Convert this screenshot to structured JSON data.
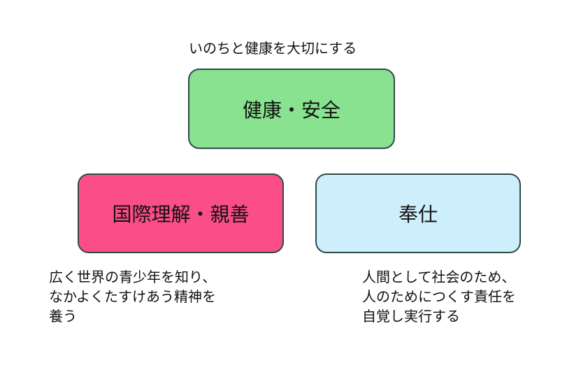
{
  "top_caption": "いのちと健康を大切にする",
  "boxes": {
    "health": {
      "label": "健康・安全",
      "color": "#88e28f"
    },
    "intl": {
      "label": "国際理解・親善",
      "color": "#fb4d88"
    },
    "service": {
      "label": "奉仕",
      "color": "#cdeefb"
    }
  },
  "descriptions": {
    "intl": "広く世界の青少年を知り、\nなかよくたすけあう精神を\n養う",
    "service": "人間として社会のため、\n人のためにつくす責任を\n自覚し実行する"
  }
}
